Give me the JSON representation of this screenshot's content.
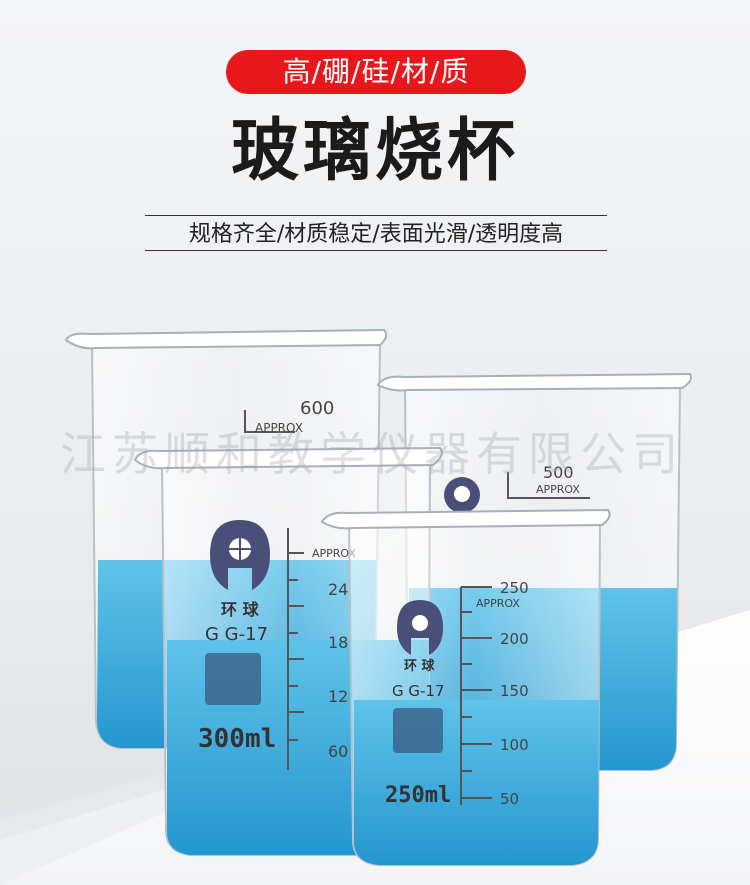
{
  "banner": {
    "material": "高/硼/硅/材/质",
    "title": "玻璃烧杯",
    "subtitle": "规格齐全/材质稳定/表面光滑/透明度高"
  },
  "watermark": "江苏顺和教学仪器有限公司",
  "beakers": {
    "b600": {
      "cap": "600",
      "approx": "APPROX"
    },
    "b500": {
      "cap": "500",
      "approx": "APPROX"
    },
    "b300": {
      "brand": "环 球",
      "grade": "G G-17",
      "approx": "APPROX",
      "label": "300ml",
      "t24": "24",
      "t18": "18",
      "t12": "12",
      "t60": "60"
    },
    "b250": {
      "brand": "环 球",
      "grade": "G G-17",
      "cap": "250",
      "approx": "APPROX",
      "t200": "200",
      "t150": "150",
      "t100": "100",
      "t50": "50",
      "label": "250ml"
    }
  }
}
